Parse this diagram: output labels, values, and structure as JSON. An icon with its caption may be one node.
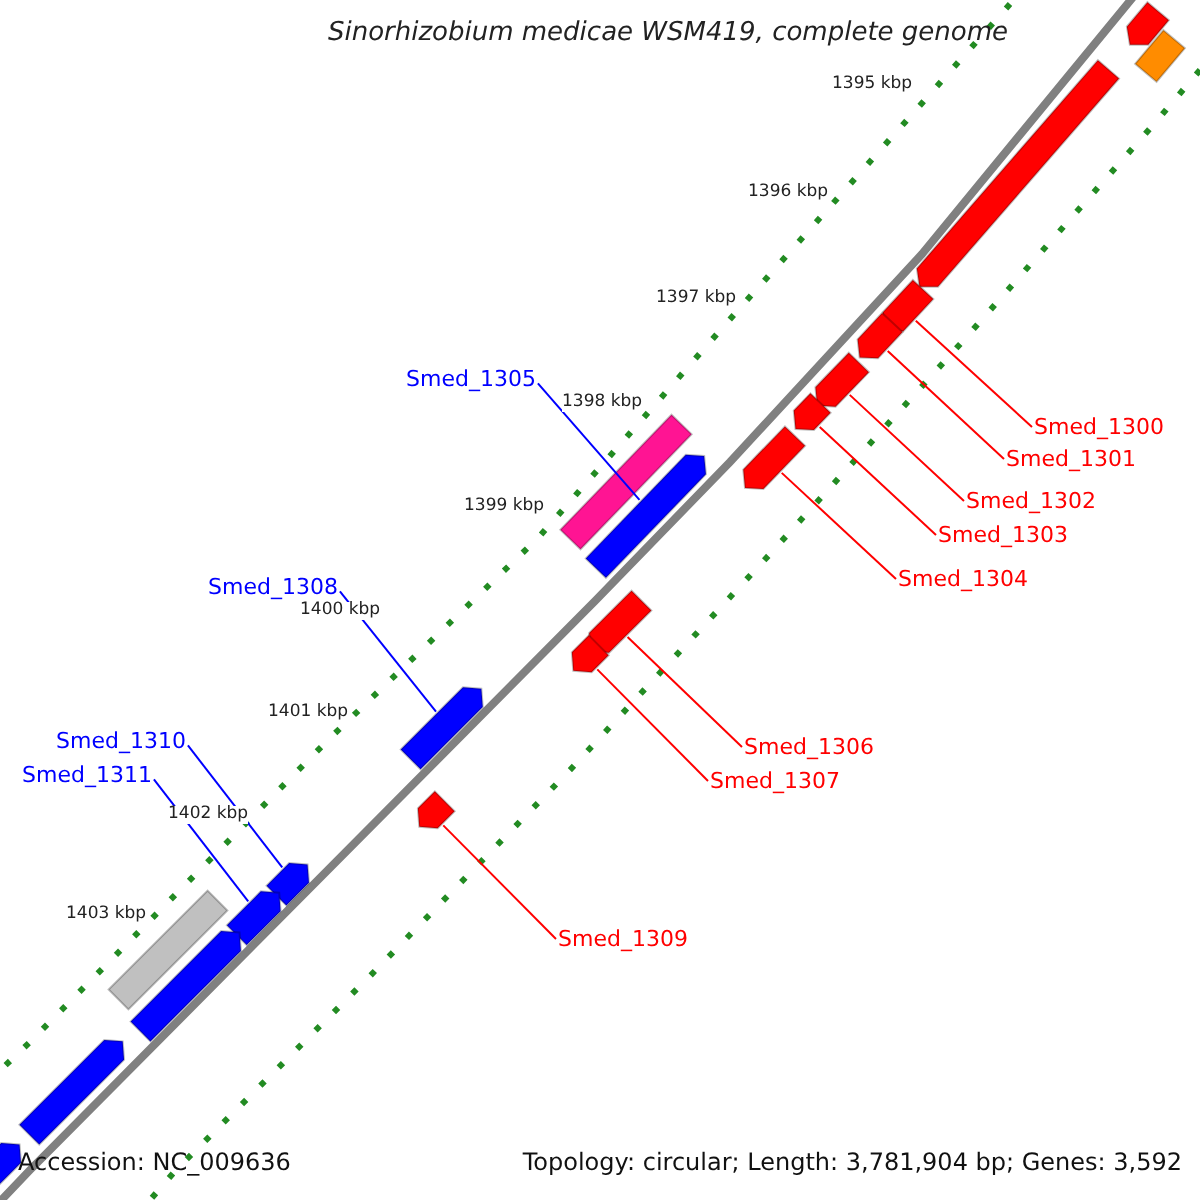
{
  "diagram": {
    "title": "Sinorhizobium medicae WSM419, complete genome",
    "nodes": [
      {
        "text": [
          "Smed_1305"
        ]
      },
      {
        "text": [
          "Smed_1300"
        ]
      },
      {
        "text": [
          "Smed_1301"
        ]
      },
      {
        "text": [
          "Smed_1302"
        ]
      },
      {
        "text": [
          "Smed_1303"
        ]
      },
      {
        "text": [
          "Smed_1304"
        ]
      },
      {
        "text": [
          "Smed_1308"
        ]
      },
      {
        "text": [
          "Smed_1306"
        ]
      },
      {
        "text": [
          "Smed_1307"
        ]
      },
      {
        "text": [
          "Smed_1310"
        ]
      },
      {
        "text": [
          "Smed_1311"
        ]
      },
      {
        "text": [
          "Smed_1309"
        ]
      },
      {
        "text": [],
        "shape": "pentagon"
      },
      {
        "text": [],
        "shape": "bar"
      },
      {
        "text": [],
        "shape": "pentagon"
      },
      {
        "text": [],
        "shape": "pentagon"
      },
      {
        "text": [],
        "shape": "pentagon"
      },
      {
        "text": [],
        "shape": "pentagon"
      },
      {
        "text": [],
        "shape": "pentagon"
      },
      {
        "text": [],
        "shape": "pentagon"
      },
      {
        "text": [],
        "shape": "bar"
      },
      {
        "text": [],
        "shape": "pentagon"
      },
      {
        "text": [],
        "shape": "pentagon"
      },
      {
        "text": [],
        "shape": "pentagon"
      },
      {
        "text": [],
        "shape": "pentagon"
      },
      {
        "text": [],
        "shape": "pentagon"
      },
      {
        "text": [],
        "shape": "pentagon"
      },
      {
        "text": [],
        "shape": "pentagon"
      },
      {
        "text": [],
        "shape": "bar"
      },
      {
        "text": [],
        "shape": "pentagon"
      },
      {
        "text": [],
        "shape": "pentagon"
      },
      {
        "text": [],
        "shape": "pentagon"
      }
    ],
    "edges": [
      {
        "from": 1,
        "to": 15,
        "arrow": "none"
      },
      {
        "from": 2,
        "to": 16,
        "arrow": "none"
      },
      {
        "from": 3,
        "to": 17,
        "arrow": "none"
      },
      {
        "from": 4,
        "to": 18,
        "arrow": "none"
      },
      {
        "from": 5,
        "to": 19,
        "arrow": "none"
      },
      {
        "from": 0,
        "to": 21,
        "arrow": "none",
        "color": "#0000ff"
      },
      {
        "from": 6,
        "to": 24,
        "arrow": "none",
        "color": "#0000ff"
      },
      {
        "from": 7,
        "to": 22,
        "arrow": "none"
      },
      {
        "from": 8,
        "to": 23,
        "arrow": "none"
      },
      {
        "from": 9,
        "to": 26,
        "arrow": "none",
        "color": "#0000ff"
      },
      {
        "from": 10,
        "to": 27,
        "arrow": "none",
        "color": "#0000ff"
      },
      {
        "from": 11,
        "to": 25,
        "arrow": "none"
      }
    ],
    "labels": [
      "1395 kbp",
      "1396 kbp",
      "1397 kbp",
      "1398 kbp",
      "1399 kbp",
      "1400 kbp",
      "1401 kbp",
      "1402 kbp",
      "1403 kbp",
      "Accession: NC_009636",
      "Topology: circular; Length: 3,781,904 bp; Genes: 3,592"
    ]
  }
}
